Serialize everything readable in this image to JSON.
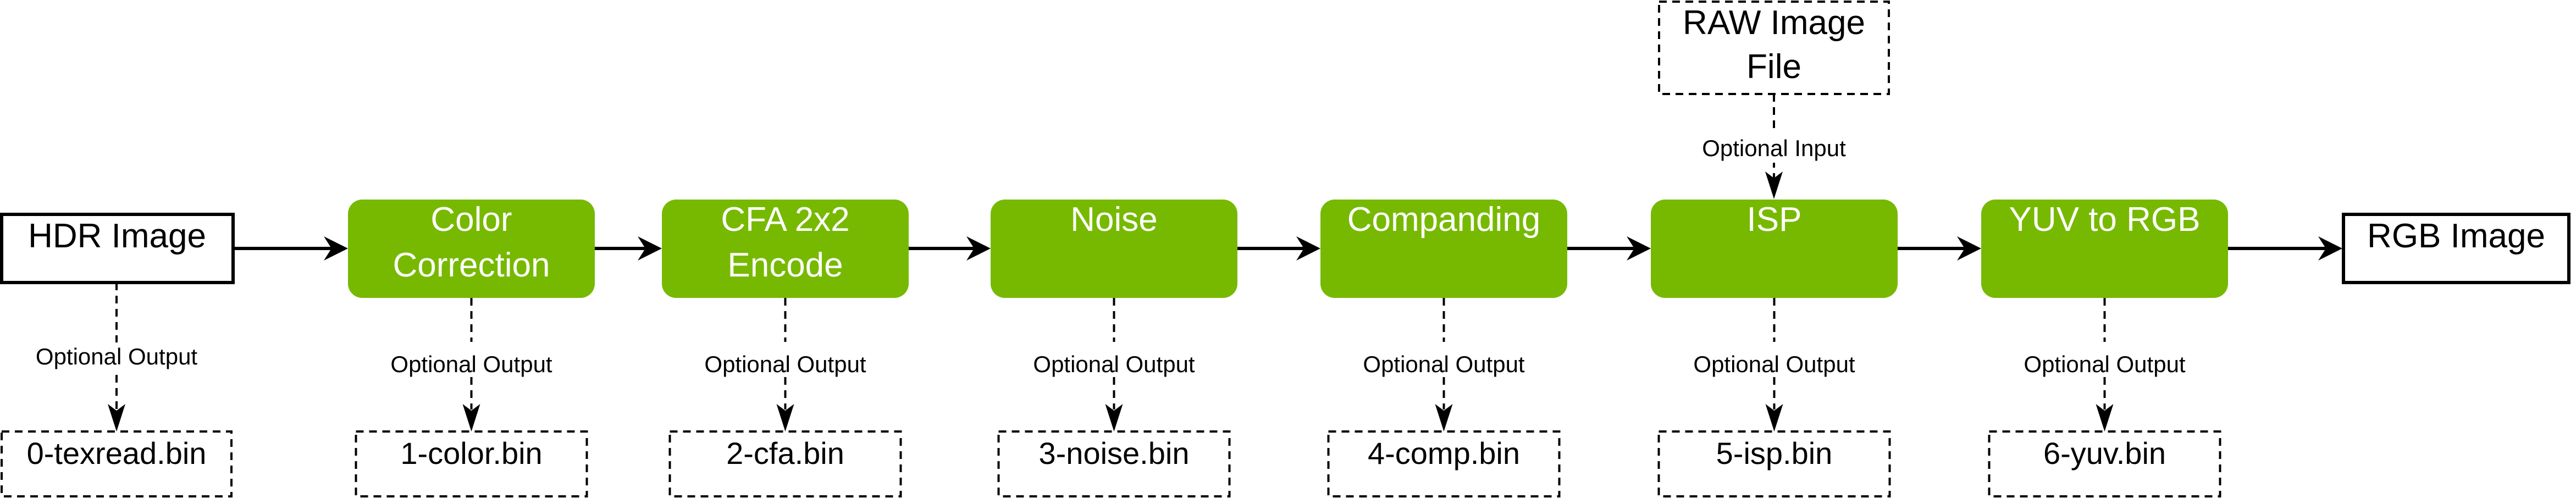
{
  "colors": {
    "stage_fill": "#76b900",
    "stage_text": "#ffffff",
    "line": "#000000"
  },
  "input": {
    "label": "HDR Image"
  },
  "output": {
    "label": "RGB Image"
  },
  "raw_input": {
    "label_line1": "RAW Image",
    "label_line2": "File",
    "edge_label": "Optional Input"
  },
  "stages": [
    {
      "line1": "Color",
      "line2": "Correction",
      "file": "1-color.bin"
    },
    {
      "line1": "CFA 2x2",
      "line2": "Encode",
      "file": "2-cfa.bin"
    },
    {
      "line1": "Noise",
      "line2": "",
      "file": "3-noise.bin"
    },
    {
      "line1": "Companding",
      "line2": "",
      "file": "4-comp.bin"
    },
    {
      "line1": "ISP",
      "line2": "",
      "file": "5-isp.bin"
    },
    {
      "line1": "YUV to RGB",
      "line2": "",
      "file": "6-yuv.bin"
    }
  ],
  "input_file": "0-texread.bin",
  "edge_label_output": "Optional Output"
}
